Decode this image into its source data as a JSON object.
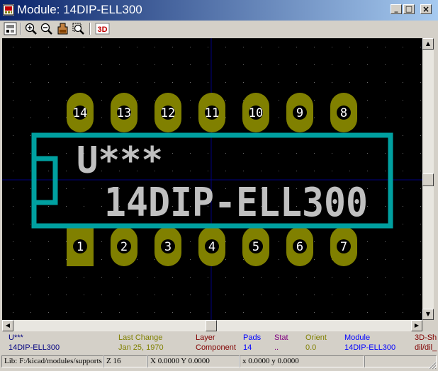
{
  "window": {
    "title": "Module: 14DIP-ELL300",
    "controls": {
      "minimize": "_",
      "maximize": "□",
      "close": "×"
    }
  },
  "toolbar": {
    "buttons": [
      "footprint-properties-icon",
      "zoom-in-icon",
      "zoom-out-icon",
      "redraw-icon",
      "zoom-fit-icon",
      "3d-view-icon"
    ],
    "three_d_label": "3D"
  },
  "footprint": {
    "reference": "U***",
    "value": "14DIP-ELL300",
    "pads_top": [
      "14",
      "13",
      "12",
      "11",
      "10",
      "9",
      "8"
    ],
    "pads_bottom": [
      "1",
      "2",
      "3",
      "4",
      "5",
      "6",
      "7"
    ],
    "colors": {
      "background": "#000000",
      "pad": "#808000",
      "pad_number": "#ffffff",
      "silkscreen": "#00a0a0",
      "text": "#c0c0c0",
      "axis": "#000080",
      "grid": "#6b6b6b"
    }
  },
  "info_panel": {
    "columns": [
      {
        "label": "U***",
        "value": "14DIP-ELL300",
        "label_color": "#000080",
        "value_color": "#000080"
      },
      {
        "label": "Last Change",
        "value": "Jan 25, 1970",
        "label_color": "#808000",
        "value_color": "#808000"
      },
      {
        "label": "Layer",
        "value": "Component",
        "label_color": "#800000",
        "value_color": "#800000"
      },
      {
        "label": "Pads",
        "value": "14",
        "label_color": "#0000ff",
        "value_color": "#0000ff"
      },
      {
        "label": "Stat",
        "value": "..",
        "label_color": "#800080",
        "value_color": "#800080"
      },
      {
        "label": "Orient",
        "value": "0.0",
        "label_color": "#808000",
        "value_color": "#808000"
      },
      {
        "label": "Module",
        "value": "14DIP-ELL300",
        "label_color": "#0000ff",
        "value_color": "#0000ff"
      },
      {
        "label": "3D-Sh",
        "value": "dil/dil_",
        "label_color": "#800000",
        "value_color": "#800000"
      }
    ]
  },
  "status_bar": {
    "lib": "Lib: F:/kicad/modules/supports",
    "zoom": "Z 16",
    "abs_coords": "X 0.0000  Y 0.0000",
    "rel_coords": "x 0.0000  y 0.0000"
  }
}
